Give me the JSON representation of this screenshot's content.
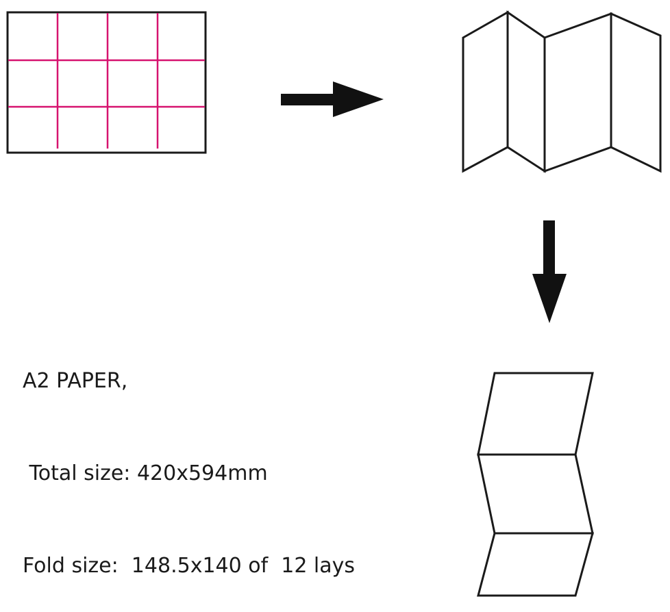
{
  "colors": {
    "fold_lines": "#d6136f",
    "outline": "#1a1a1a",
    "arrow": "#111111",
    "background": "#ffffff"
  },
  "paper_grid": {
    "columns": 4,
    "rows": 3
  },
  "caption": {
    "line1": "A2 PAPER,",
    "line2": " Total size: 420x594mm",
    "line3": "Fold size:  148.5x140 of  12 lays"
  }
}
